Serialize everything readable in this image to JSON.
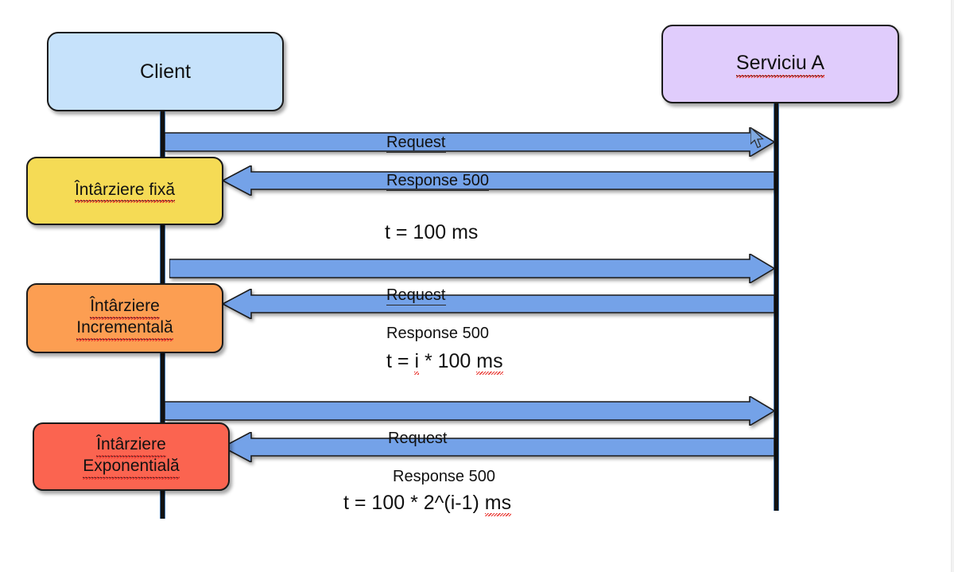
{
  "diagram": {
    "title": "Retry delay strategies sequence diagram",
    "participants": [
      {
        "id": "client",
        "label": "Client",
        "color": "#C6E2FB",
        "misspelled": false
      },
      {
        "id": "service",
        "label": "Serviciu A",
        "color": "#E0CCFC",
        "misspelled": true
      }
    ],
    "delay_boxes": [
      {
        "id": "fixed",
        "line1": "Întârziere",
        "line2": "fixă",
        "single_line": "Întârziere fixă",
        "color": "#F5DB55"
      },
      {
        "id": "incremental",
        "line1": "Întârziere",
        "line2": "Incrementală",
        "single_line": "Întârziere Incrementală",
        "color": "#FC9E52"
      },
      {
        "id": "exponential",
        "line1": "Întârziere",
        "line2": "Exponentială",
        "single_line": "Întârziere Exponentială",
        "color": "#FB6450"
      }
    ],
    "exchanges": [
      {
        "id": "exchange-1",
        "request_label": "Request",
        "response_label": "Response 500",
        "formula_prefix": "t = 100 ",
        "formula_suffix": "ms",
        "formula_full": "t = 100 ms"
      },
      {
        "id": "exchange-2",
        "request_label": "Request",
        "response_label": "Response 500",
        "formula_prefix": "t = ",
        "formula_var": "i",
        "formula_middle": " * 100 ",
        "formula_suffix": "ms",
        "formula_full": "t = i * 100 ms"
      },
      {
        "id": "exchange-3",
        "request_label": "Request",
        "response_label": "Response 500",
        "formula_prefix": "t = 100 * 2^(i-1) ",
        "formula_suffix": "ms",
        "formula_full": "t = 100 * 2^(i-1) ms"
      }
    ],
    "colors": {
      "arrow_fill": "#74A2E8",
      "arrow_stroke": "#2F5597",
      "lifeline": "#111111",
      "box_border": "#1a1a1a",
      "spellcheck_underline": "#e8302a",
      "background": "#ffffff"
    },
    "icons": {
      "cursor": "mouse-pointer-icon"
    }
  }
}
